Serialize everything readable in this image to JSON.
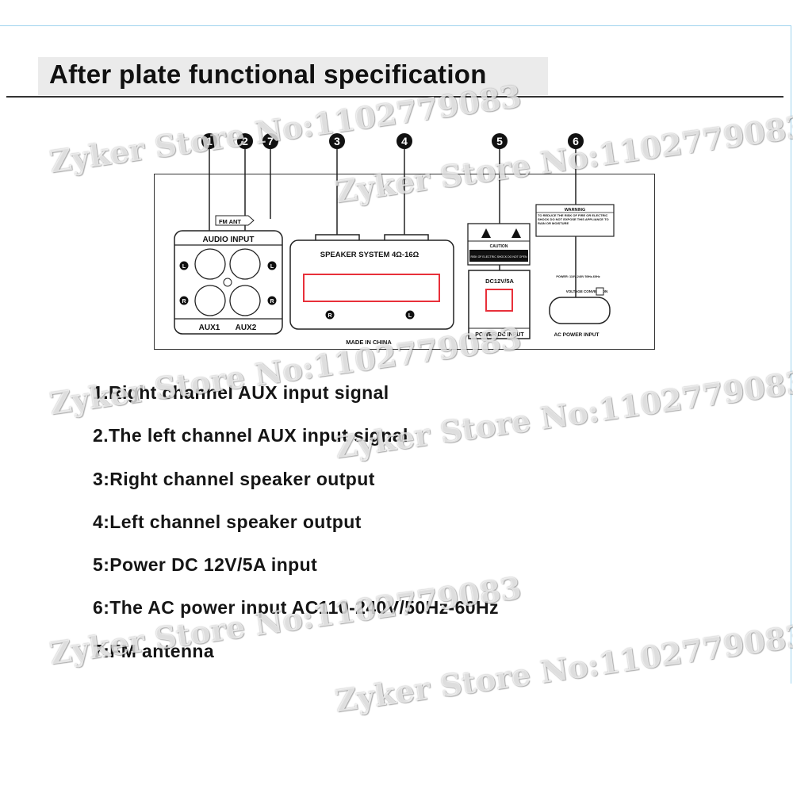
{
  "title": "After plate functional specification",
  "callouts": [
    "1",
    "2",
    "7",
    "3",
    "4",
    "5",
    "6"
  ],
  "panel": {
    "fm_ant": "FM ANT",
    "audio_input": "AUDIO INPUT",
    "aux1": "AUX1",
    "aux2": "AUX2",
    "left": "L",
    "right": "R",
    "speaker_system": "SPEAKER SYSTEM 4Ω-16Ω",
    "made_in": "MADE IN CHINA",
    "caution": "CAUTION",
    "caution_small": "RISK OF ELECTRIC SHOCK DO NOT OPEN",
    "dc_label": "DC12V/5A",
    "power_dc_input": "POWER DC INPUT",
    "warning": "WARNING",
    "warning_text": "TO REDUCE THE RISK OF FIRE OR ELECTRIC SHOCK DO NOT EXPOSE THIS APPLIANCE TO RAIN OR MOISTURE",
    "power_rating": "POWER: 110V-240V 50Hz-60Hz",
    "voltage_conversion": "VOLTAGE CONVERSION",
    "ac_power_input": "AC POWER INPUT"
  },
  "spec_items": [
    "1.Right channel AUX input signal",
    "2.The left channel AUX input signal",
    "3:Right channel speaker output",
    "4:Left channel speaker output",
    "5:Power DC 12V/5A input",
    "6:The AC power input AC110-240V/50Hz-60Hz",
    "7:FM antenna"
  ],
  "watermark": "Zyker Store No:1102779083"
}
